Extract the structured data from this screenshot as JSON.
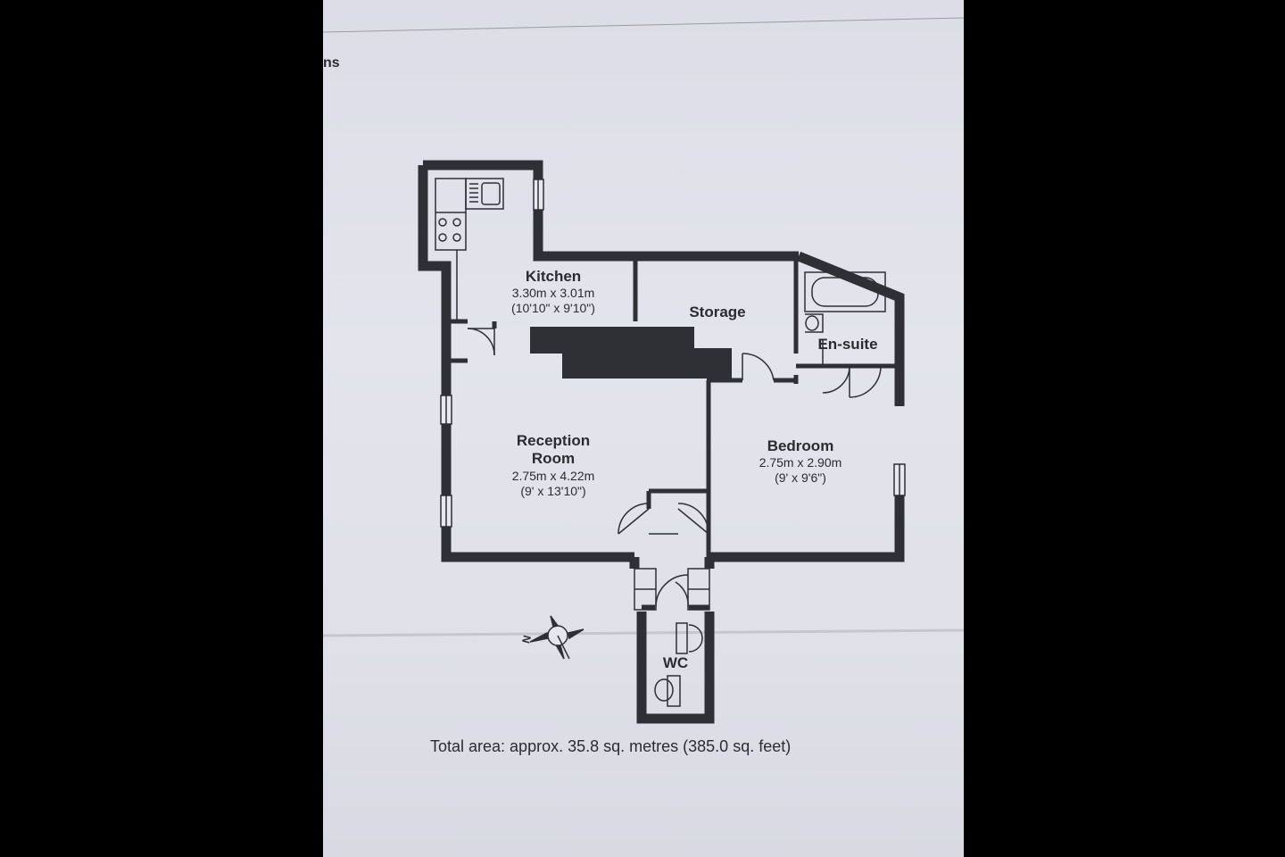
{
  "header": {
    "fragment": "ns"
  },
  "rooms": {
    "kitchen": {
      "name": "Kitchen",
      "metric": "3.30m x 3.01m",
      "imperial": "(10'10\" x 9'10\")"
    },
    "storage": {
      "name": "Storage"
    },
    "ensuite": {
      "name": "En-suite"
    },
    "reception": {
      "name_line1": "Reception",
      "name_line2": "Room",
      "metric": "2.75m x 4.22m",
      "imperial": "(9' x 13'10\")"
    },
    "bedroom": {
      "name": "Bedroom",
      "metric": "2.75m x 2.90m",
      "imperial": "(9' x 9'6\")"
    },
    "wc": {
      "name": "WC"
    }
  },
  "compass": {
    "north_letter": "N"
  },
  "total_area": "Total area: approx.  35.8 sq. metres (385.0 sq. feet)",
  "colors": {
    "paper": "#e0e1e9",
    "wall": "#2f2f36",
    "ink": "#2b2b31"
  }
}
